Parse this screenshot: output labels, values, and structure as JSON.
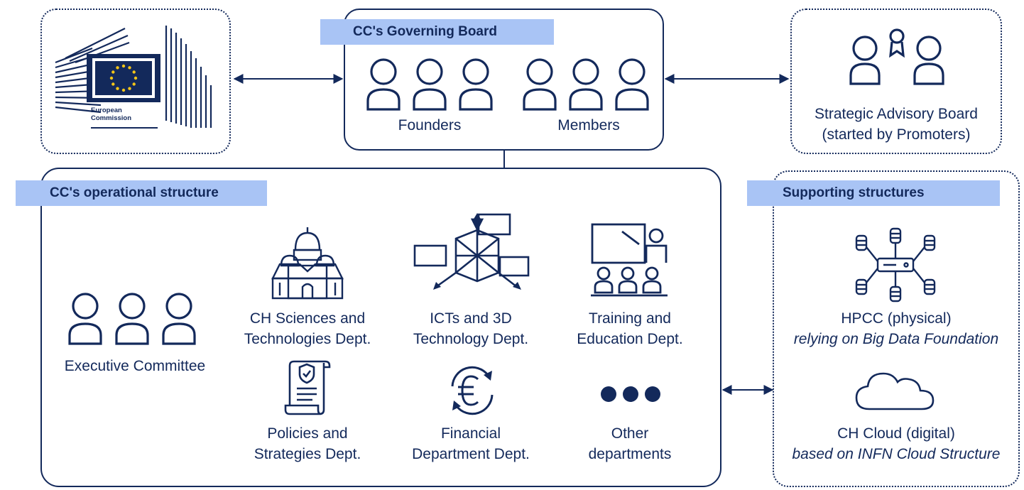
{
  "european_commission": {
    "logo_line1": "European",
    "logo_line2": "Commission",
    "stars_color": "#f5c518"
  },
  "governing_board": {
    "title": "CC's Governing Board",
    "founders_label": "Founders",
    "members_label": "Members"
  },
  "advisory_board": {
    "label_line1": "Strategic Advisory Board",
    "label_line2": "(started by Promoters)"
  },
  "operational_structure": {
    "title": "CC's operational structure",
    "executive_committee": "Executive Committee",
    "departments": [
      {
        "line1": "CH Sciences and",
        "line2": "Technologies Dept.",
        "icon": "cathedral-icon"
      },
      {
        "line1": "ICTs and 3D",
        "line2": "Technology Dept.",
        "icon": "cube-3d-icon"
      },
      {
        "line1": "Training and",
        "line2": "Education Dept.",
        "icon": "classroom-icon"
      },
      {
        "line1": "Policies and",
        "line2": "Strategies Dept.",
        "icon": "scroll-shield-icon"
      },
      {
        "line1": "Financial",
        "line2": "Department Dept.",
        "icon": "euro-cycle-icon"
      },
      {
        "line1": "Other",
        "line2": "departments",
        "icon": "ellipsis-icon"
      }
    ]
  },
  "supporting_structures": {
    "title": "Supporting structures",
    "hpcc_line1": "HPCC (physical)",
    "hpcc_line2": "relying on Big Data Foundation",
    "cloud_line1": "CH Cloud (digital)",
    "cloud_line2": "based on INFN Cloud Structure"
  },
  "colors": {
    "navy": "#13295b",
    "header_band": "#a9c4f5",
    "header_fold": "#6f96e6"
  }
}
